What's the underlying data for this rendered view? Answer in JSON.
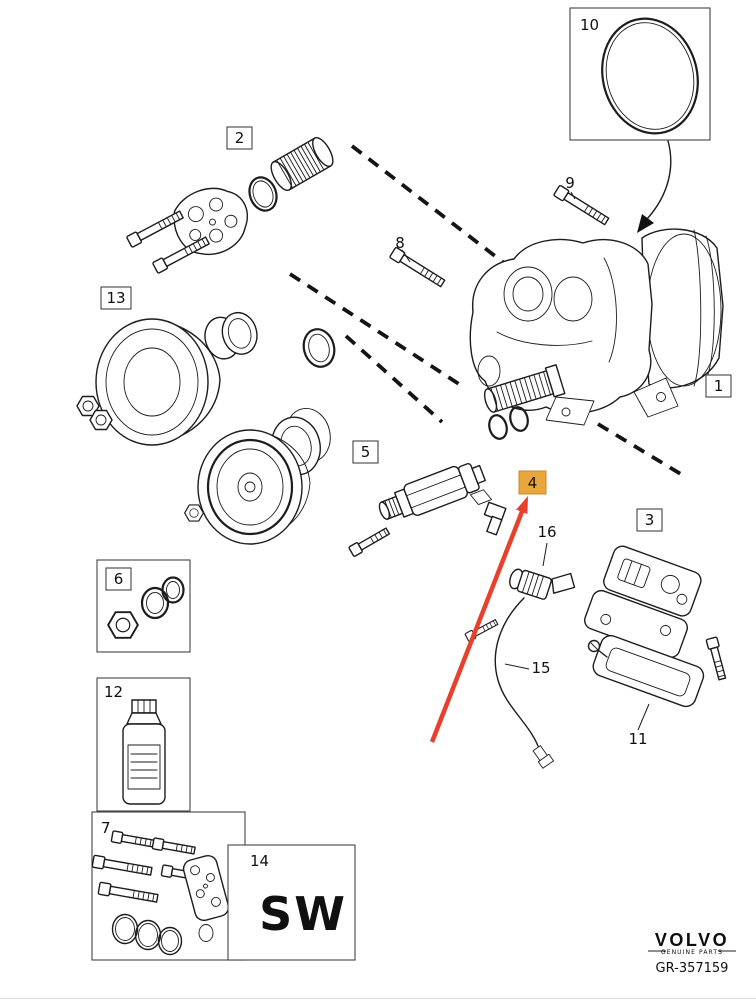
{
  "diagram": {
    "callouts": {
      "c1": "1",
      "c2": "2",
      "c3": "3",
      "c4": "4",
      "c5": "5",
      "c6": "6",
      "c7": "7",
      "c8": "8",
      "c9": "9",
      "c10": "10",
      "c11": "11",
      "c12": "12",
      "c13": "13",
      "c14": "14",
      "c15": "15",
      "c16": "16"
    },
    "highlighted_callout": "4",
    "highlight_fill": "#E9A63C",
    "highlight_text": "#A86A14",
    "pointer_color": "#E8402C",
    "sw_marking": "SW"
  },
  "footer": {
    "brand": "VOLVO",
    "brand_subtitle": "GENUINE PARTS",
    "drawing_code": "GR-357159"
  }
}
